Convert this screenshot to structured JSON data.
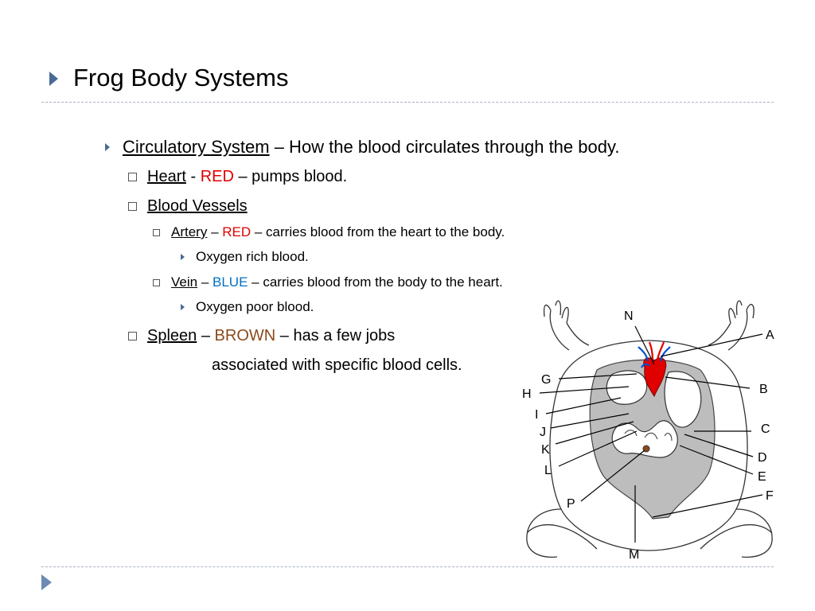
{
  "slide": {
    "title": "Frog Body Systems",
    "circulatory": {
      "term": "Circulatory System",
      "rest": " – How the blood circulates through the body."
    },
    "heart": {
      "term": "Heart",
      "sep": " - ",
      "color_word": "RED",
      "rest": " – pumps blood."
    },
    "vessels": {
      "term": "Blood Vessels"
    },
    "artery": {
      "term": "Artery",
      "sep": " – ",
      "color_word": "RED",
      "rest": " – carries blood from the heart to the body."
    },
    "artery_note": "Oxygen rich blood.",
    "vein": {
      "term": "Vein",
      "sep": " – ",
      "color_word": "BLUE",
      "rest": " – carries blood from the body to the heart."
    },
    "vein_note": "Oxygen poor blood.",
    "spleen": {
      "term": "Spleen",
      "sep": " – ",
      "color_word": "BROWN",
      "rest": " – has a few jobs"
    },
    "spleen_cont": "associated with specific blood cells."
  },
  "diagram": {
    "labels": [
      "N",
      "A",
      "G",
      "B",
      "H",
      "I",
      "J",
      "C",
      "K",
      "D",
      "L",
      "E",
      "F",
      "P",
      "M"
    ]
  },
  "colors": {
    "accent": "#4a6a96",
    "red": "#e00000",
    "blue": "#0070c0",
    "brown": "#8a4a1c"
  }
}
